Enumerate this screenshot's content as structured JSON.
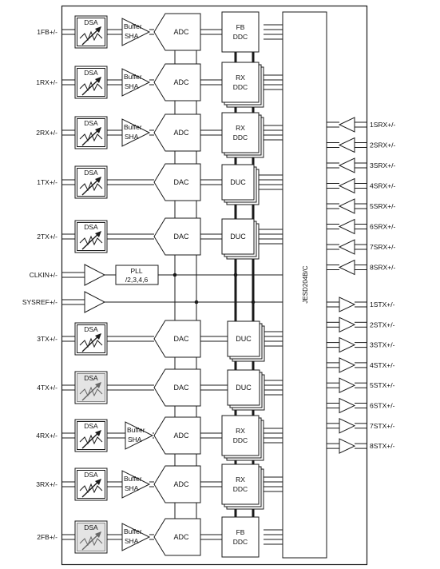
{
  "left_labels": [
    "1FB+/-",
    "1RX+/-",
    "2RX+/-",
    "1TX+/-",
    "2TX+/-",
    "CLKIN+/-",
    "SYSREF+/-",
    "3TX+/-",
    "4TX+/-",
    "4RX+/-",
    "3RX+/-",
    "2FB+/-"
  ],
  "dsa_label": "DSA",
  "buffer_label": "Buffer",
  "sha_label": "SHA",
  "adc_label": "ADC",
  "dac_label": "DAC",
  "duc_label": "DUC",
  "ddc_label": "DDC",
  "fb_label": "FB",
  "rx_label": "RX",
  "pll_label": "PLL",
  "pll_ratios": "/2,3,4,6",
  "jesd_label": "JESD204B/C",
  "srx_labels": [
    "1SRX+/-",
    "2SRX+/-",
    "3SRX+/-",
    "4SRX+/-",
    "5SRX+/-",
    "6SRX+/-",
    "7SRX+/-",
    "8SRX+/-"
  ],
  "stx_labels": [
    "1STX+/-",
    "2STX+/-",
    "3STX+/-",
    "4STX+/-",
    "5STX+/-",
    "6STX+/-",
    "7STX+/-",
    "8STX+/-"
  ]
}
